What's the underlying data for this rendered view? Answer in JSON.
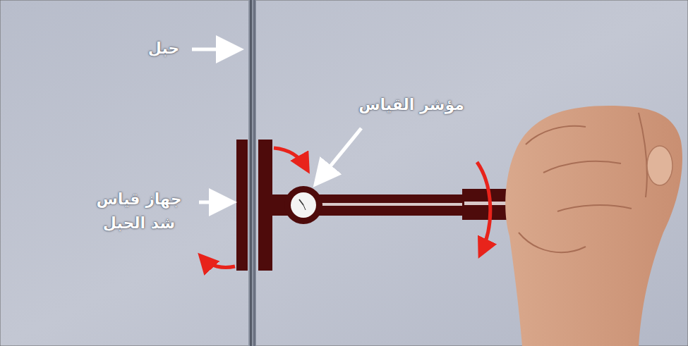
{
  "diagram": {
    "labels": [
      "حبل",
      "مؤشر القياس",
      "جهاز قياس شد الحبل"
    ]
  }
}
